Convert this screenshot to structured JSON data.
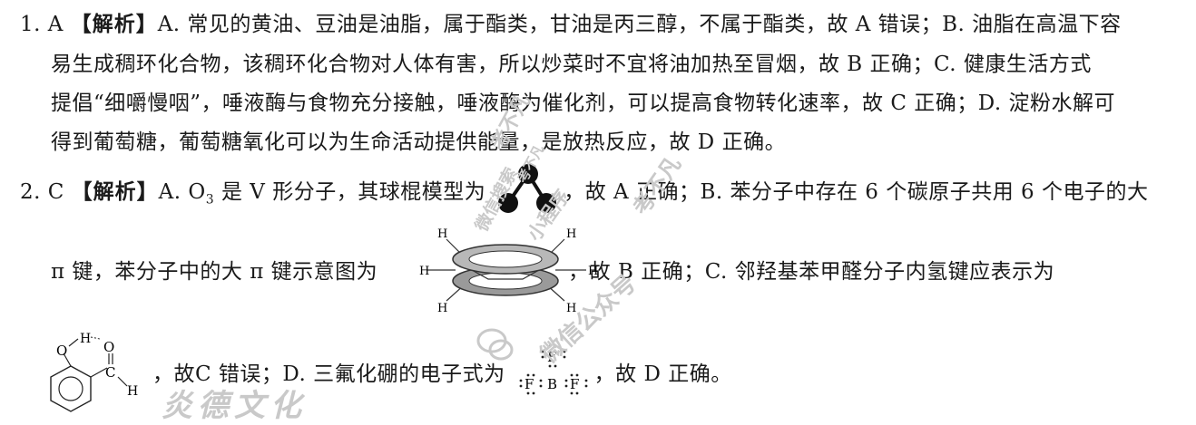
{
  "item1": {
    "num": "1. A",
    "tag": "【解析】",
    "line1": "A. 常见的黄油、豆油是油脂，属于酯类，甘油是丙三醇，不属于酯类，故 A 错误；B. 油脂在高温下容",
    "line2": "易生成稠环化合物，该稠环化合物对人体有害，所以炒菜时不宜将油加热至冒烟，故 B 正确；C. 健康生活方式",
    "line3": "提倡“细嚼慢咽”，唾液酶与食物充分接触，唾液酶为催化剂，可以提高食物转化速率，故 C 正确；D. 淀粉水解可",
    "line4": "得到葡萄糖，葡萄糖氧化可以为生命活动提供能量，是放热反应，故 D 正确。"
  },
  "item2": {
    "num": "2. C",
    "tag": "【解析】",
    "line1a": "A. O",
    "line1sub": "3",
    "line1b": " 是 V 形分子，其球棍模型为",
    "line1c": "，故 A 正确；B. 苯分子中存在 6 个碳原子共用 6 个电子的大",
    "line2a": "π 键，苯分子中的大 π 键示意图为",
    "line2b": "，故 B 正确；C. 邻羟基苯甲醛分子内氢键应表示为",
    "line3a": "，故C 错误；D. 三氟化硼的电子式为",
    "line3b": "，故 D 正确。"
  },
  "benzene": {
    "h": "H"
  },
  "aldehyde": {
    "o": "O",
    "h": "H",
    "c": "C"
  },
  "bf3": {
    "f": "F",
    "b": "B"
  },
  "watermarks": {
    "w1": "微信搜索",
    "w2": "考不凡",
    "w3": "小程序",
    "w4": "考不凡",
    "w5": "微信公众号",
    "w6": "考不凡",
    "w7": "炎德文化"
  },
  "colors": {
    "text": "#1a1a1a",
    "watermark": "#c9c9c9"
  }
}
